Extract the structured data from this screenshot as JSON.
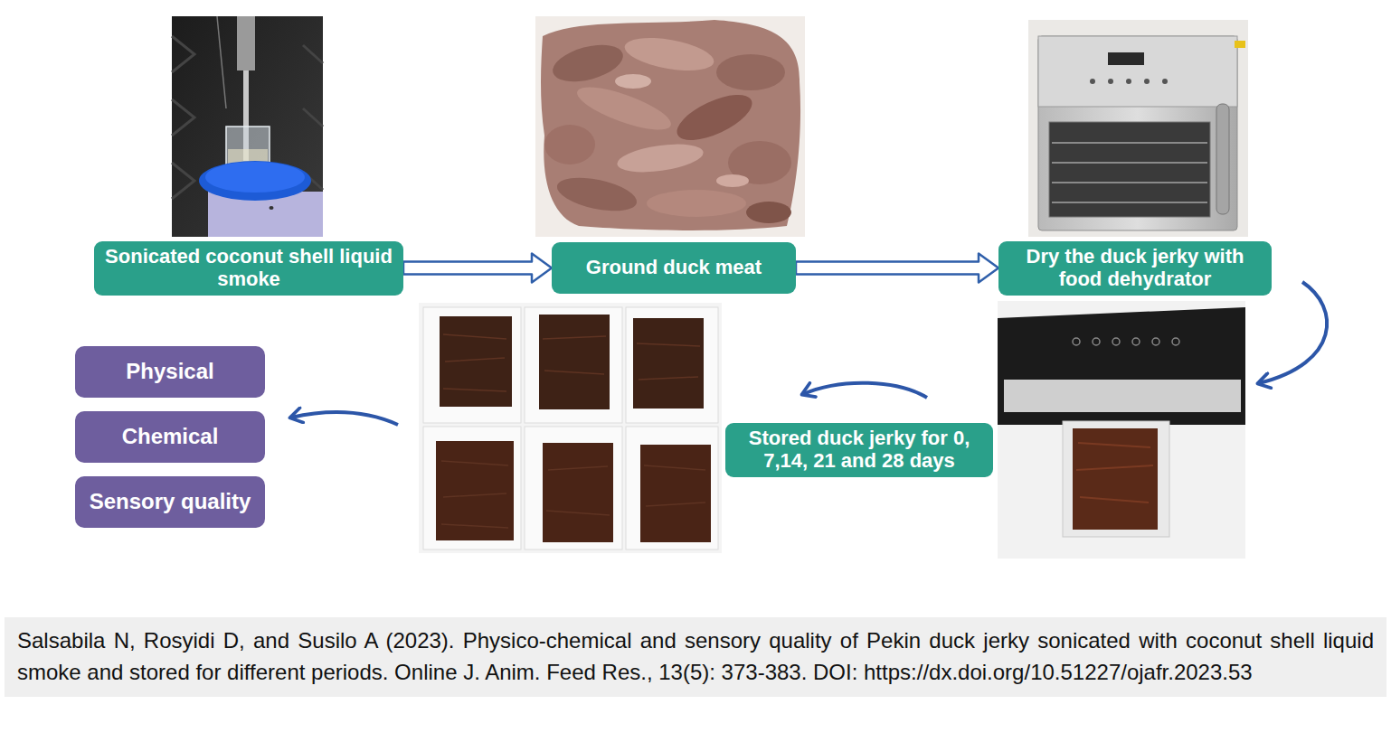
{
  "diagram": {
    "caption": "Salsabila N, Rosyidi D, and Susilo A (2023). Physico-chemical and sensory quality of Pekin duck jerky sonicated with coconut shell liquid smoke and stored for different periods. Online J. Anim. Feed Res., 13(5): 373-383. DOI: https://dx.doi.org/10.51227/ojafr.2023.53",
    "nodes": [
      {
        "text": [
          "Sonicated coconut shell liquid smoke"
        ]
      },
      {
        "text": [
          "Ground duck meat"
        ]
      },
      {
        "text": [
          "Dry the duck jerky with food dehydrator"
        ]
      },
      {
        "text": [
          "Stored duck jerky for 0, 7,14, 21 and 28 days"
        ]
      },
      {
        "text": [
          "Physical"
        ]
      },
      {
        "text": [
          "Chemical"
        ]
      },
      {
        "text": [
          "Sensory quality"
        ]
      }
    ],
    "edges": [
      {
        "from": 0,
        "to": 1,
        "arrow": "to"
      },
      {
        "from": 1,
        "to": 2,
        "arrow": "to"
      }
    ]
  }
}
